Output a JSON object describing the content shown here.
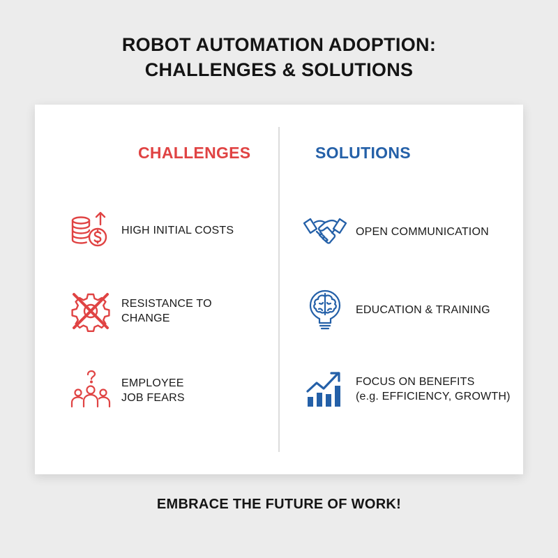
{
  "title": {
    "line1": "ROBOT AUTOMATION ADOPTION:",
    "line2": "CHALLENGES & SOLUTIONS"
  },
  "challenges": {
    "heading": "CHALLENGES",
    "color": "#e04343",
    "items": [
      {
        "label": "HIGH INITIAL COSTS",
        "icon": "coins-dollar-icon"
      },
      {
        "label": "RESISTANCE TO\nCHANGE",
        "icon": "crossed-gear-icon"
      },
      {
        "label": "EMPLOYEE\nJOB FEARS",
        "icon": "worried-people-icon"
      }
    ]
  },
  "solutions": {
    "heading": "SOLUTIONS",
    "color": "#2460a8",
    "items": [
      {
        "label": "OPEN COMMUNICATION",
        "icon": "handshake-icon"
      },
      {
        "label": "EDUCATION & TRAINING",
        "icon": "brain-lightbulb-icon"
      },
      {
        "label": "FOCUS ON BENEFITS\n(e.g. EFFICIENCY, GROWTH)",
        "icon": "growth-chart-icon"
      }
    ]
  },
  "footer": "EMBRACE THE FUTURE OF WORK!"
}
